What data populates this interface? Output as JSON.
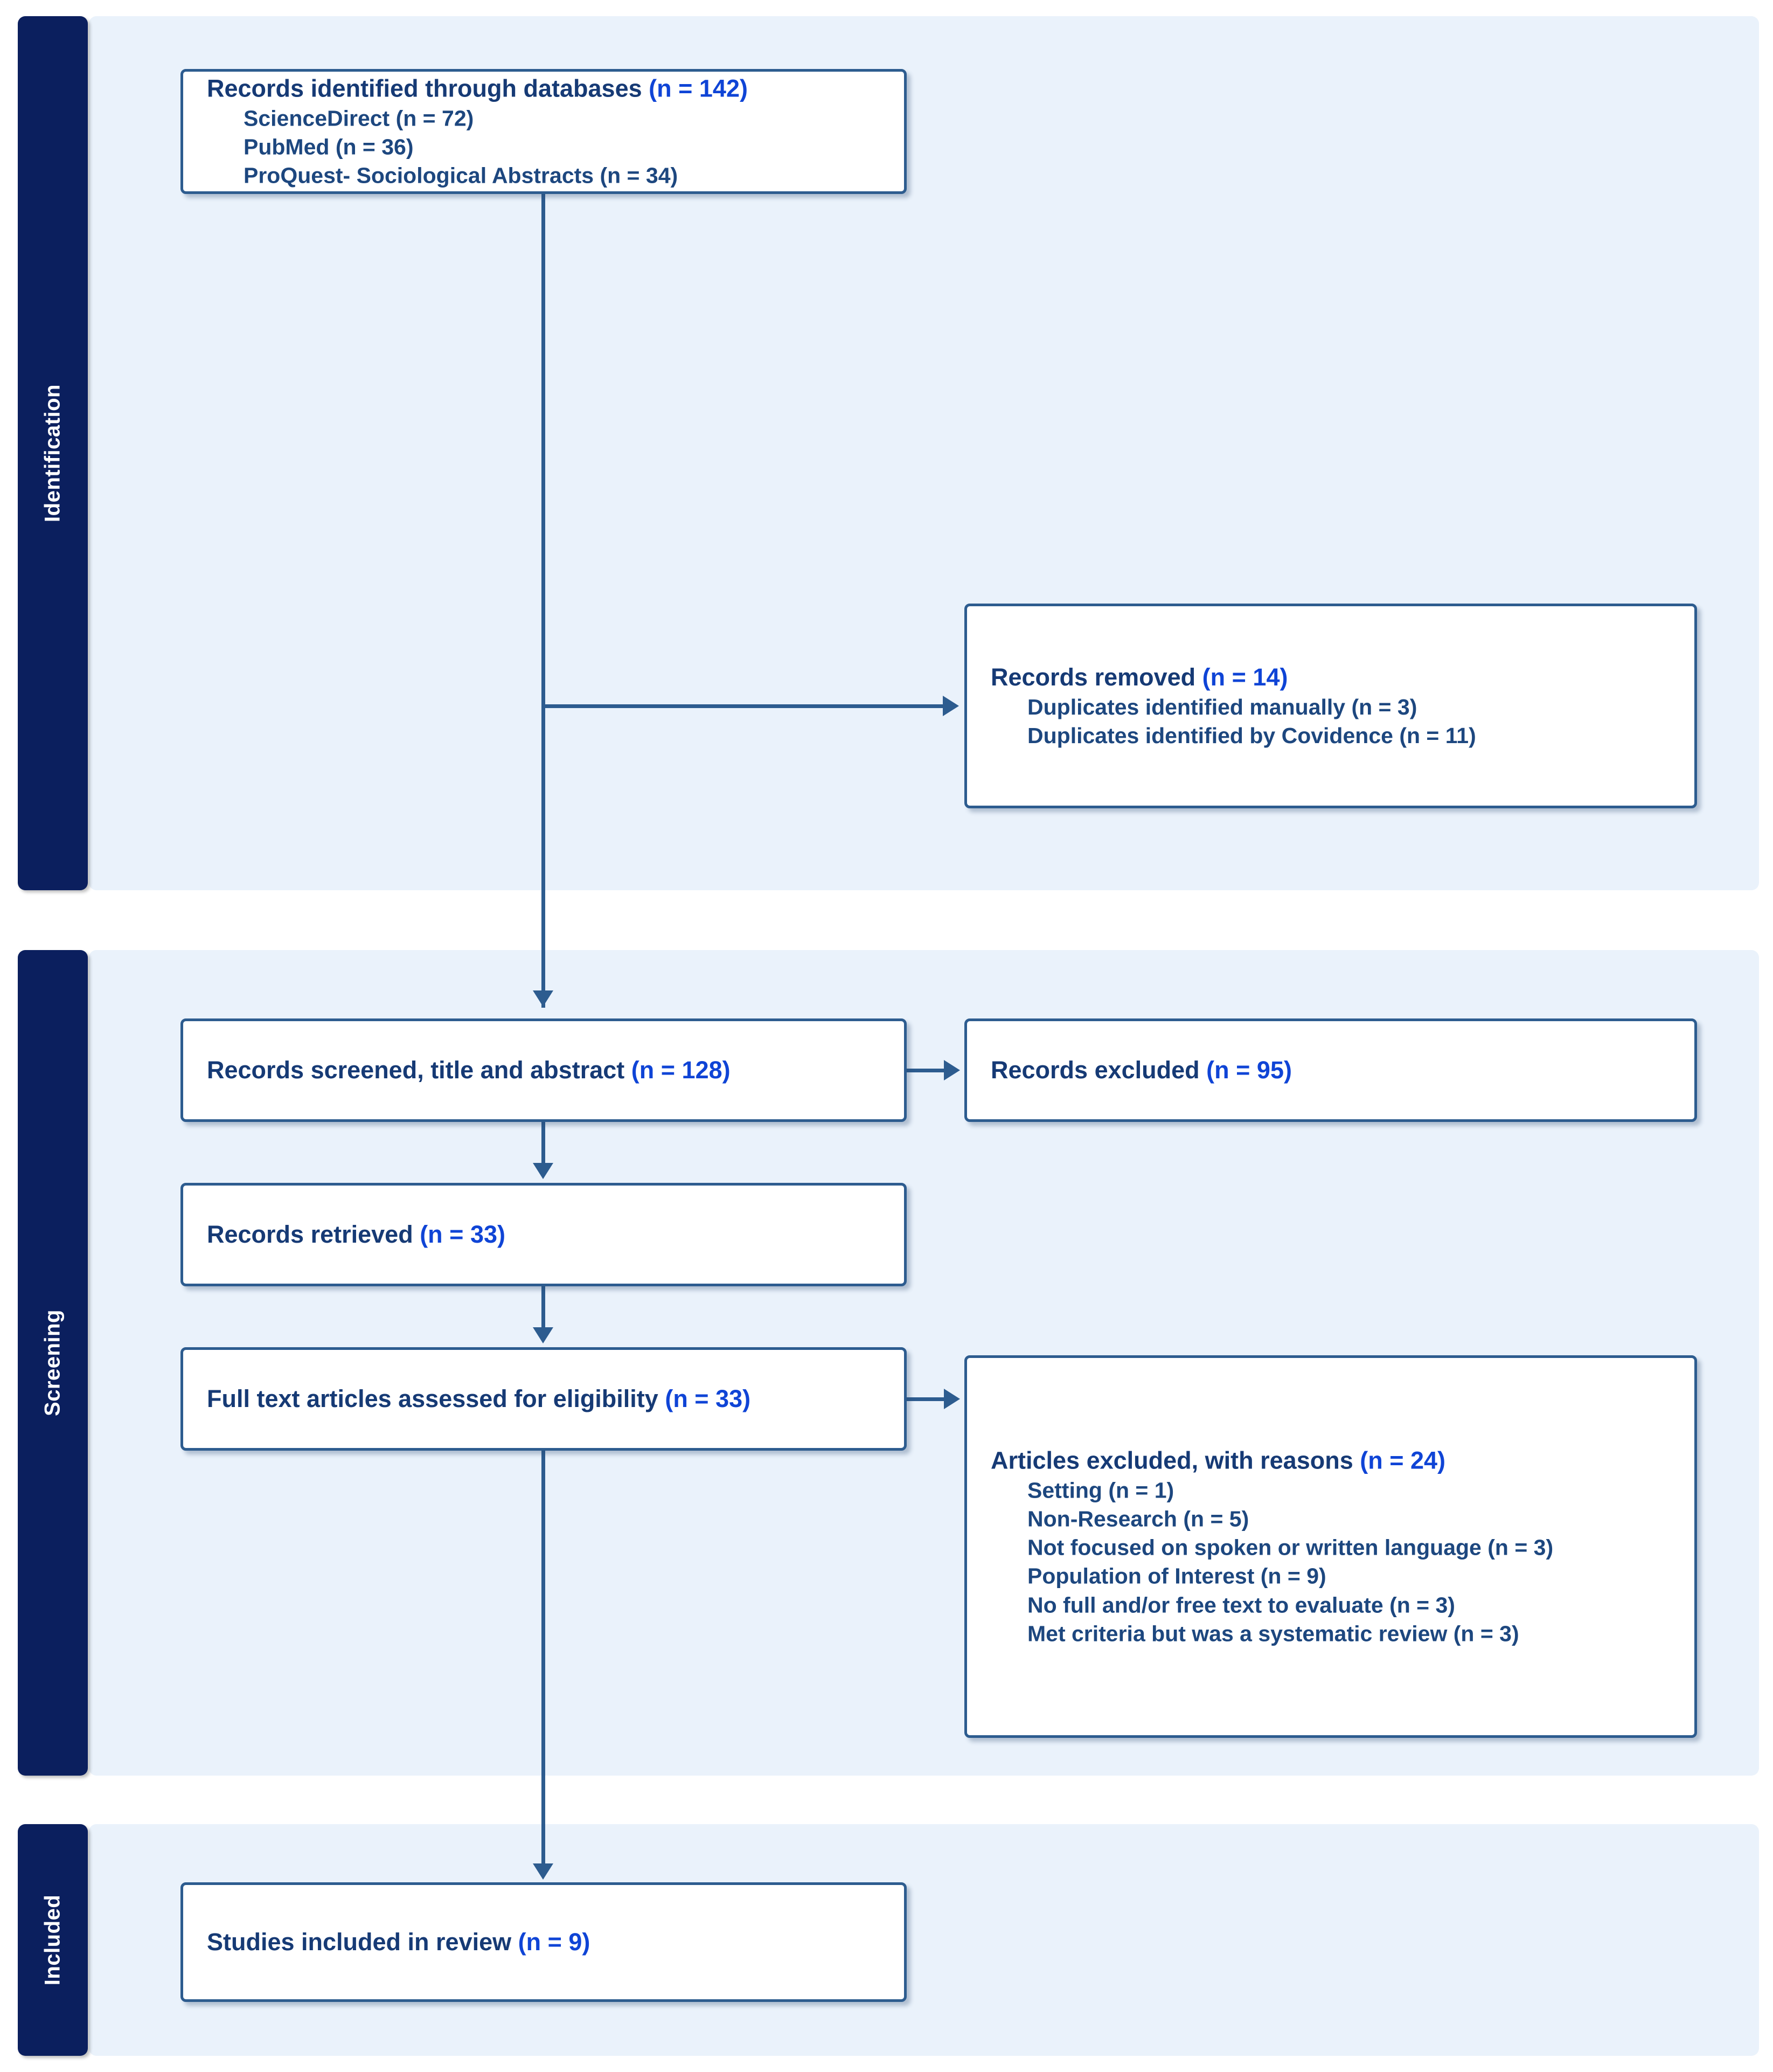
{
  "diagram": {
    "type": "prisma-flow-diagram",
    "stages": [
      {
        "id": "identification",
        "label": "Identification"
      },
      {
        "id": "screening",
        "label": "Screening"
      },
      {
        "id": "included",
        "label": "Included"
      }
    ],
    "nodes": [
      {
        "id": "records-identified",
        "stage": "identification",
        "heading": "Records identified through databases ",
        "count": "(n = 142)",
        "sublines": [
          "ScienceDirect (n = 72)",
          "PubMed (n = 36)",
          "ProQuest- Sociological Abstracts (n = 34)"
        ]
      },
      {
        "id": "records-removed",
        "stage": "identification",
        "heading": "Records removed ",
        "count": "(n = 14)",
        "sublines": [
          "Duplicates identified manually (n = 3)",
          "Duplicates identified by Covidence (n = 11)"
        ]
      },
      {
        "id": "records-screened",
        "stage": "screening",
        "heading": "Records screened, title and abstract ",
        "count": "(n = 128)",
        "sublines": []
      },
      {
        "id": "records-excluded",
        "stage": "screening",
        "heading": "Records excluded ",
        "count": "(n = 95)",
        "sublines": []
      },
      {
        "id": "records-retrieved",
        "stage": "screening",
        "heading": "Records retrieved ",
        "count": "(n = 33)",
        "sublines": []
      },
      {
        "id": "full-text-assessed",
        "stage": "screening",
        "heading": "Full text articles assessed for eligibility ",
        "count": "(n = 33)",
        "sublines": []
      },
      {
        "id": "articles-excluded",
        "stage": "screening",
        "heading": "Articles excluded, with reasons ",
        "count": "(n = 24)",
        "sublines": [
          "Setting (n = 1)",
          "Non-Research (n = 5)",
          "Not focused on spoken or written language (n = 3)",
          "Population of Interest (n = 9)",
          "No full and/or free text to evaluate (n = 3)",
          "Met criteria but was a systematic review (n = 3)"
        ]
      },
      {
        "id": "studies-included",
        "stage": "included",
        "heading": "Studies included in review ",
        "count": "(n = 9)",
        "sublines": []
      }
    ],
    "colors": {
      "band_background": "#eaf2fb",
      "stage_tab": "#0b1f5e",
      "box_border": "#2d5c8f",
      "heading_text": "#163a75",
      "count_text": "#0f44d6",
      "connector": "#2d5c8f"
    }
  }
}
